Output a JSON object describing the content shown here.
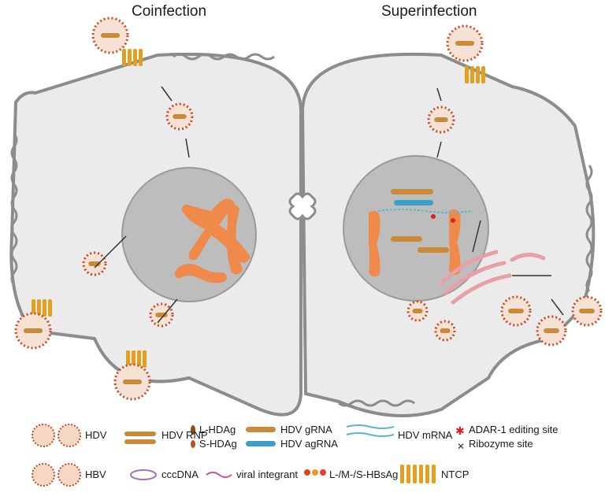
{
  "titles": {
    "left": "Coinfection",
    "right": "Superinfection"
  },
  "legend": {
    "hdv": "HDV",
    "hdv_rnp": "HDV RNP",
    "l_hdag": "L-HDAg",
    "s_hdag": "S-HDAg",
    "hdv_grna": "HDV gRNA",
    "hdv_agrna": "HDV agRNA",
    "hdv_mrna": "HDV mRNA",
    "adar1": "ADAR-1 editing site",
    "ribozyme": "Ribozyme site",
    "hbv": "HBV",
    "cccdna": "cccDNA",
    "viral_integrant": "viral integrant",
    "hbsag": "L-/M-/S-HBsAg",
    "ntcp": "NTCP"
  },
  "colors": {
    "cell_fill": "#ebebeb",
    "cell_stroke": "#8c8c8c",
    "nucleus": "#bdbdbd",
    "chromosome": "#f08a4b",
    "envelope_dot": "#c84a2a",
    "spike": "#e59a2a",
    "grna": "#c98a3a",
    "agrna": "#3aa0c8",
    "mrna": "#58b8c8",
    "adar": "#e02020",
    "ntcp": "#e2a020",
    "er": "#e8a0a8"
  }
}
